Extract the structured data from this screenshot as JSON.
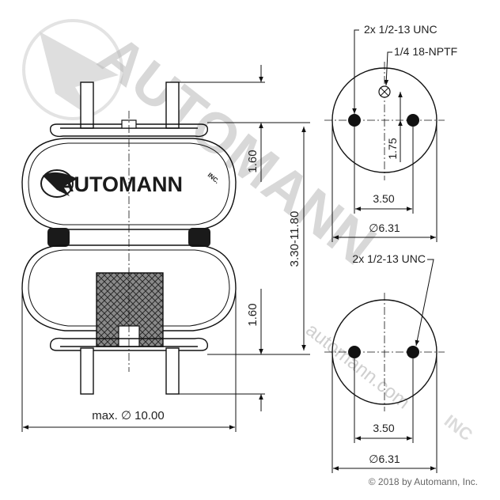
{
  "watermark": {
    "brand": "AUTOMANN",
    "inc": "INC",
    "url": "automann.com"
  },
  "logo": {
    "brand": "AUTOMANN",
    "inc": "INC."
  },
  "labels": {
    "top_height": "1.60",
    "bottom_height": "1.60",
    "stroke_range": "3.30-11.80",
    "max_diameter": "max. ∅ 10.00",
    "top_holes": "2x 1/2-13 UNC",
    "air_fitting": "1/4 18-NPTF",
    "top_offset": "1.75",
    "top_spacing": "3.50",
    "top_plate_diameter": "∅6.31",
    "bottom_holes": "2x 1/2-13 UNC",
    "bottom_spacing": "3.50",
    "bottom_plate_diameter": "∅6.31"
  },
  "copyright": "© 2018 by Automann, Inc."
}
